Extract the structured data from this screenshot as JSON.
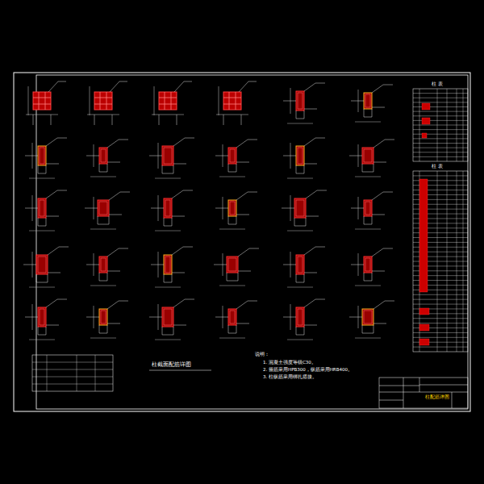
{
  "diagram": {
    "title": "柱截面配筋详图",
    "labels": [
      "说明：",
      "1. 混凝土强度等级C30。",
      "2. 箍筋采用HPB300，纵筋采用HRB400。",
      "3. 柱纵筋采用绑扎搭接。",
      "柱 表",
      "柱 表",
      "柱配筋详图"
    ]
  }
}
